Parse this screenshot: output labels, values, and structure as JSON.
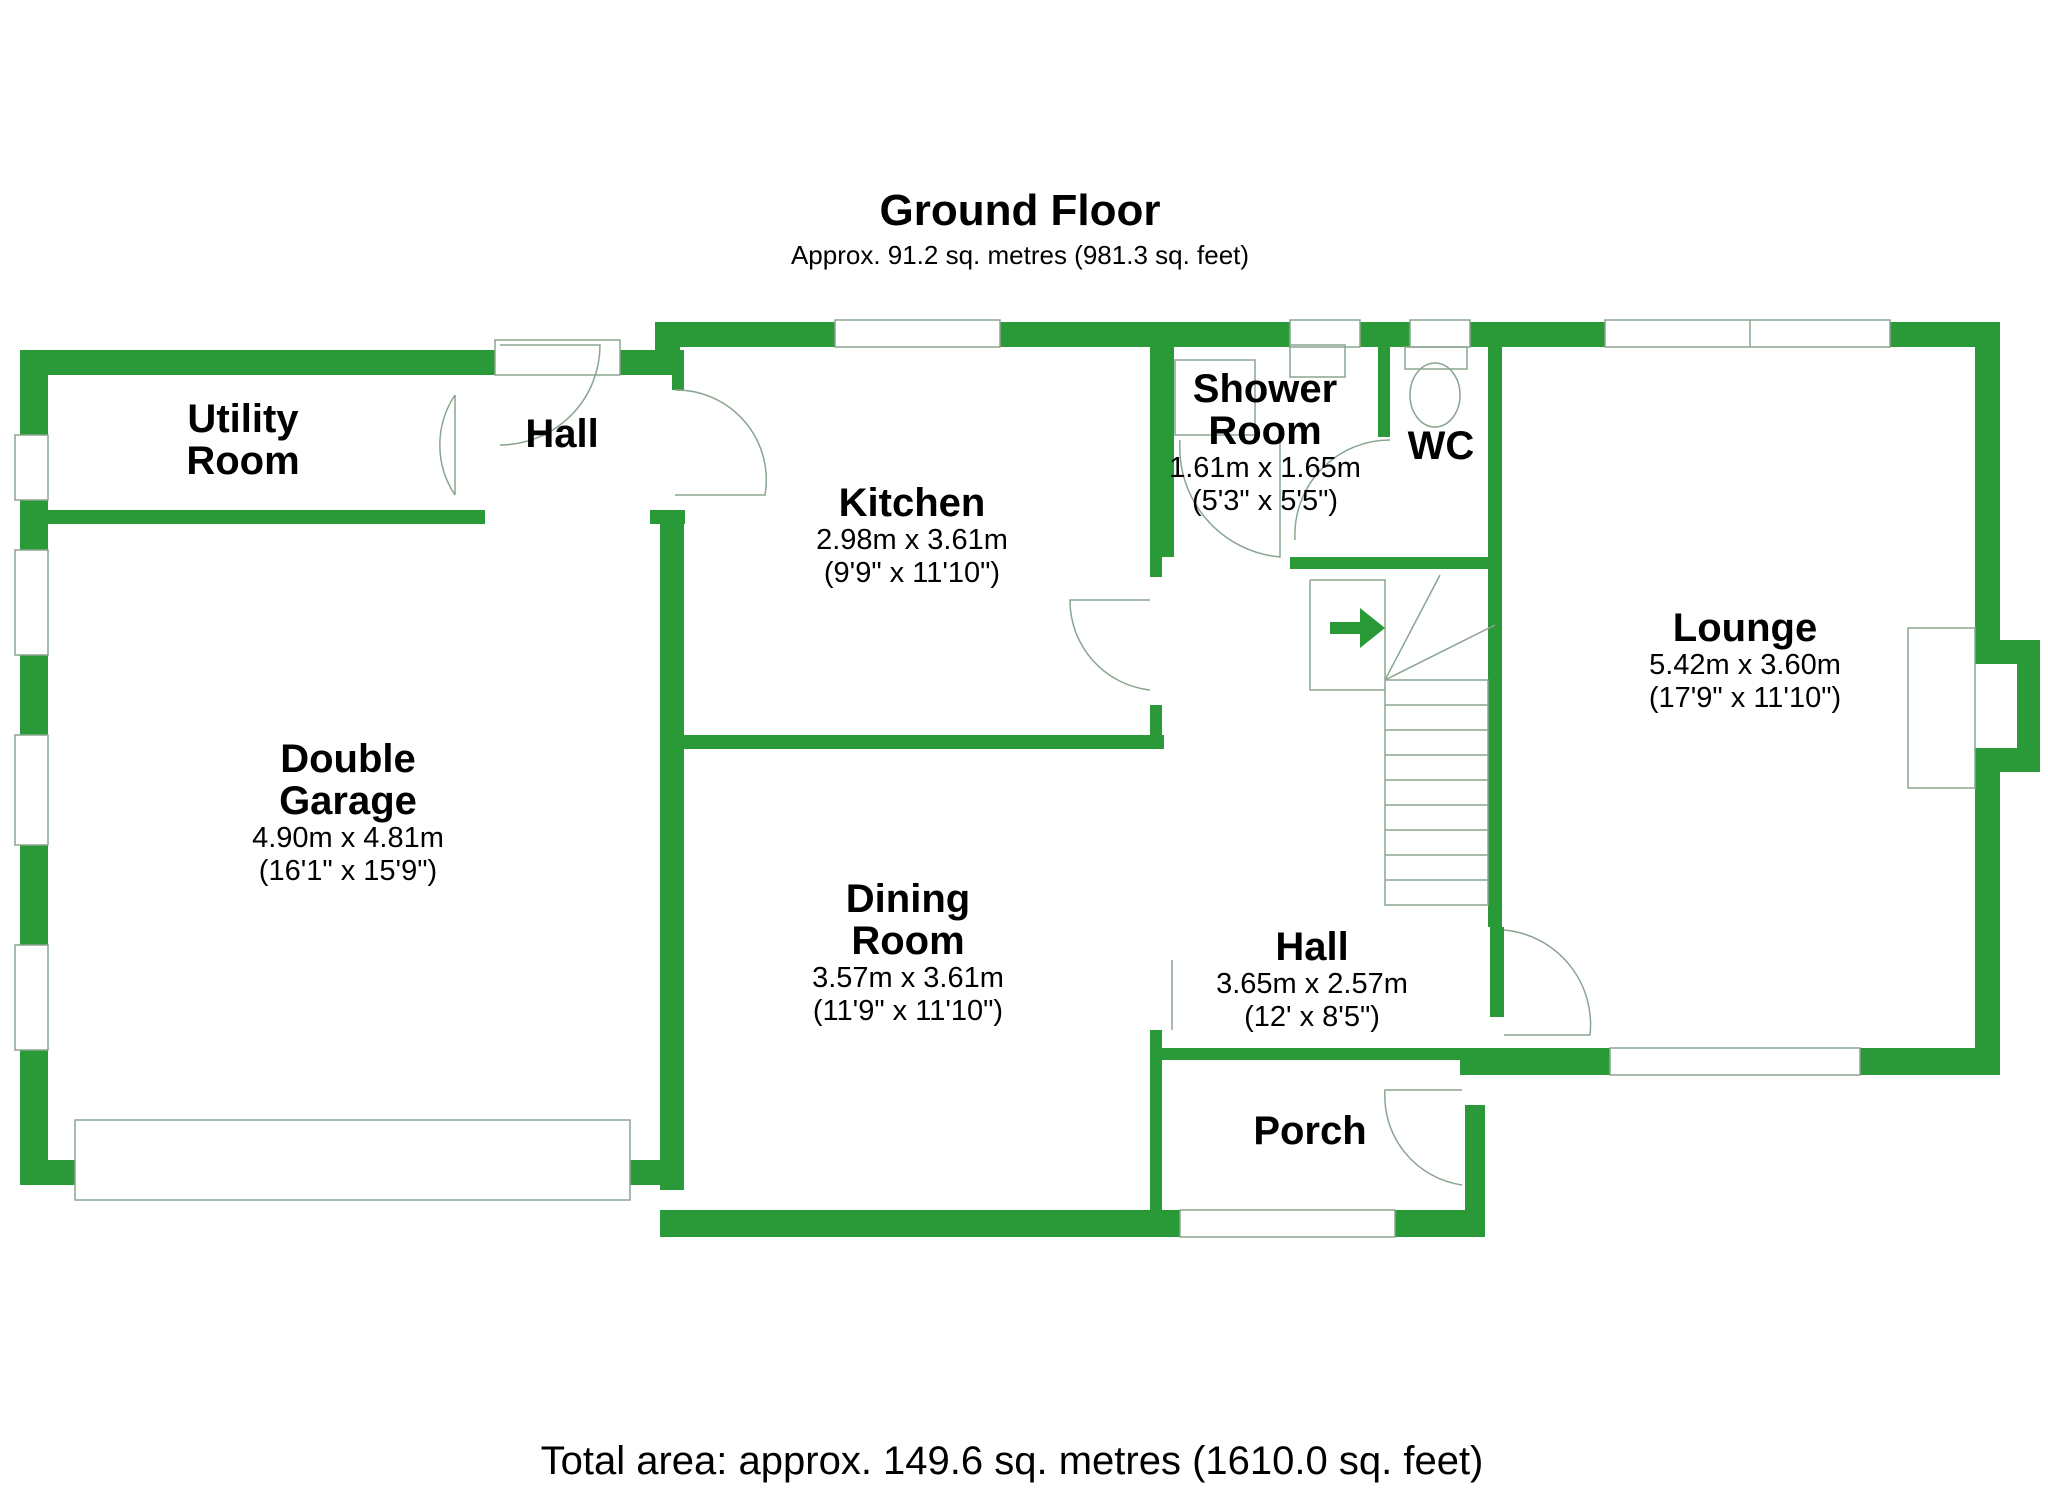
{
  "title": "Ground Floor",
  "subtitle": "Approx. 91.2 sq. metres (981.3 sq. feet)",
  "total": "Total area: approx. 149.6 sq. metres (1610.0 sq. feet)",
  "colors": {
    "wall": "#2a9a38",
    "line": "#8aa58e"
  },
  "rooms": {
    "utility": {
      "name": "Utility\nRoom"
    },
    "hall_small": {
      "name": "Hall"
    },
    "kitchen": {
      "name": "Kitchen",
      "metric": "2.98m x 3.61m",
      "imperial": "(9'9\" x 11'10\")"
    },
    "shower": {
      "name": "Shower\nRoom",
      "metric": "1.61m x 1.65m",
      "imperial": "(5'3\" x 5'5\")"
    },
    "wc": {
      "name": "WC"
    },
    "lounge": {
      "name": "Lounge",
      "metric": "5.42m x 3.60m",
      "imperial": "(17'9\" x 11'10\")"
    },
    "garage": {
      "name": "Double\nGarage",
      "metric": "4.90m x 4.81m",
      "imperial": "(16'1\" x 15'9\")"
    },
    "dining": {
      "name": "Dining\nRoom",
      "metric": "3.57m x 3.61m",
      "imperial": "(11'9\" x 11'10\")"
    },
    "hall": {
      "name": "Hall",
      "metric": "3.65m x 2.57m",
      "imperial": "(12' x 8'5\")"
    },
    "porch": {
      "name": "Porch"
    }
  }
}
